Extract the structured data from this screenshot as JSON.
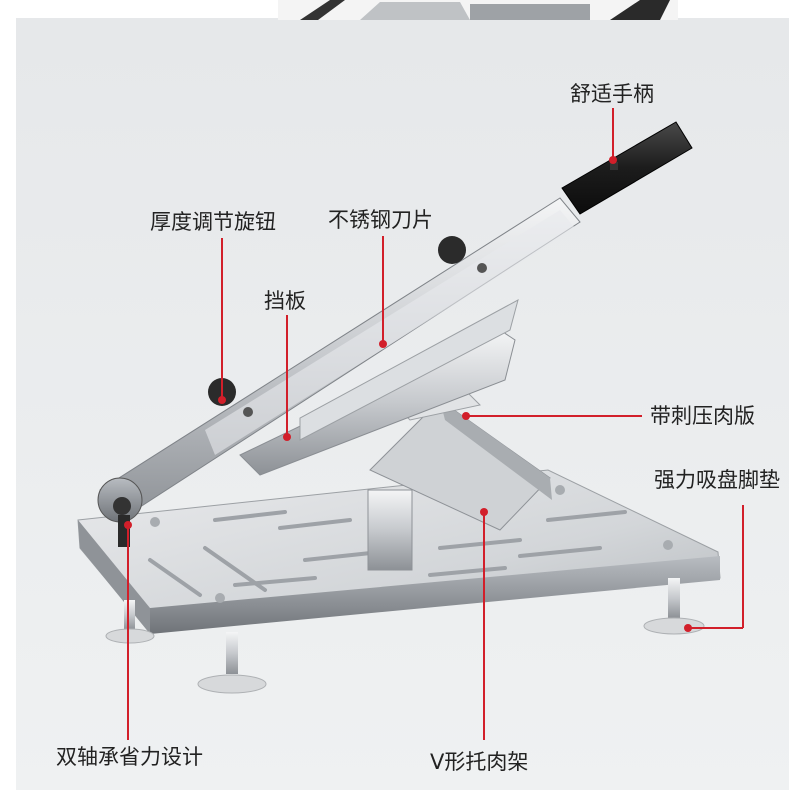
{
  "labels": {
    "handle": "舒适手柄",
    "thickness_knob": "厚度调节旋钮",
    "blade": "不锈钢刀片",
    "baffle": "挡板",
    "spiked_press_plate": "带刺压肉版",
    "suction_feet": "强力吸盘脚垫",
    "dual_shaft": "双轴承省力设计",
    "v_tray": "V形托肉架"
  },
  "colors": {
    "background": "#eceef0",
    "pointer": "#d21f2a",
    "steel": "#c9ccd0",
    "handle_grip": "#1e1e1e"
  }
}
